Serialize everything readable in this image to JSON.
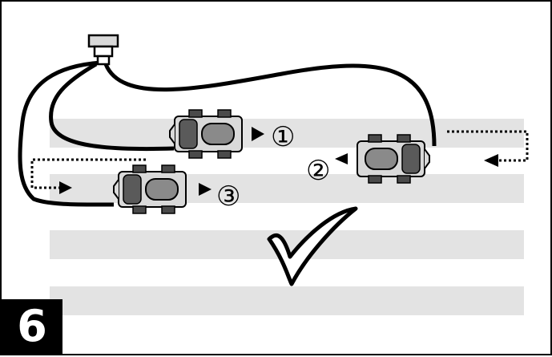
{
  "step_number": "6",
  "markers": {
    "one": "①",
    "two": "②",
    "three": "③"
  },
  "colors": {
    "lane": "#e3e3e3",
    "wire": "#000000",
    "car_body": "#d9d9d9",
    "car_dark": "#5a5a5a",
    "car_mid": "#8a8a8a"
  },
  "icons": [
    "track-wire",
    "track-connector-plug",
    "race-car",
    "direction-arrow",
    "checkmark-icon"
  ]
}
